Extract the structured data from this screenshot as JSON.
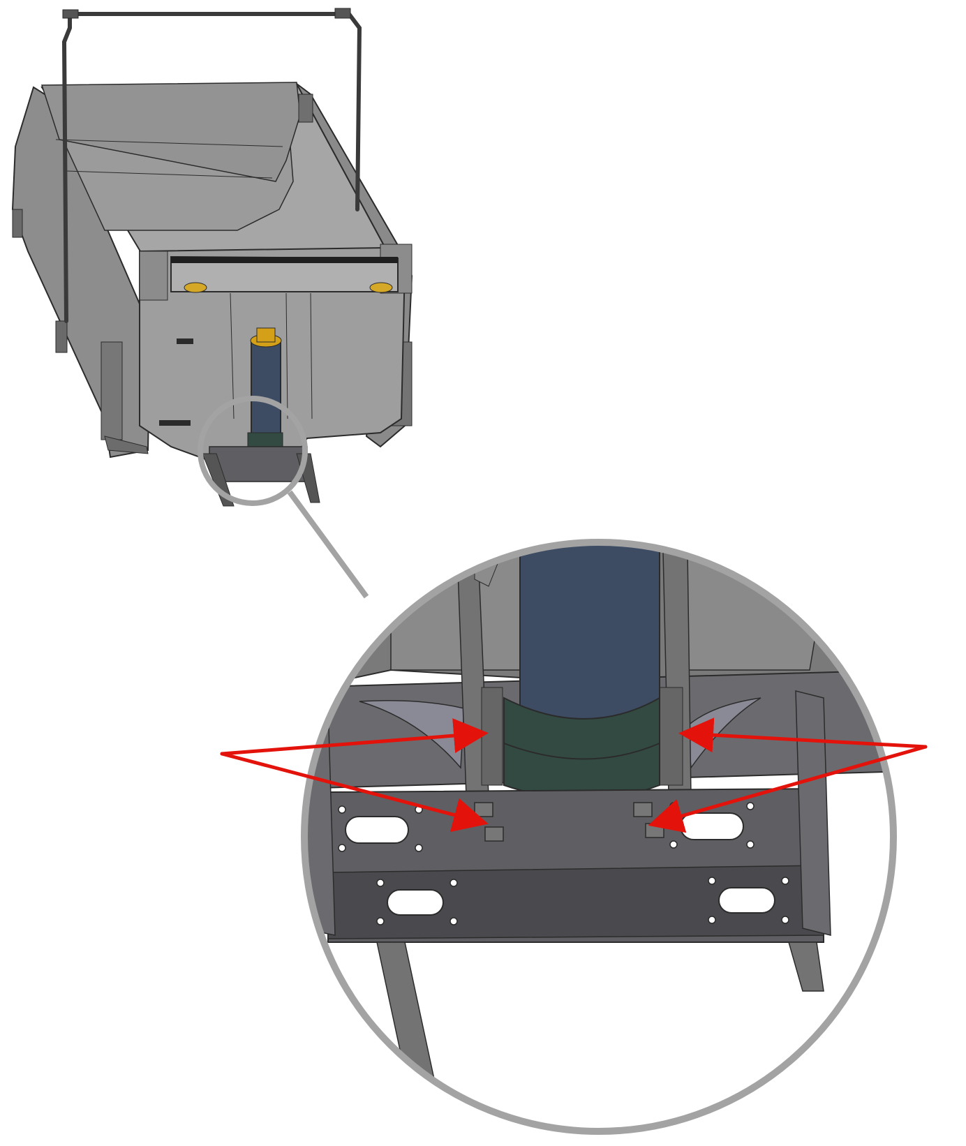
{
  "diagram": {
    "colors": {
      "background": "#ffffff",
      "body_light": "#9a9a9a",
      "body_mid": "#7c7c7c",
      "body_dark": "#5e5e5e",
      "frame": "#5f5f63",
      "frame_dark": "#4a4a4e",
      "outline": "#2b2b2b",
      "cylinder": "#3d4c63",
      "cylinder_collar": "#324a42",
      "cylinder_collar_dark": "#28352f",
      "cap": "#d4a017",
      "lens": "#d6a828",
      "bracket": "#8a8a96",
      "callout_ring": "#a3a3a3",
      "arrow": "#e3120b"
    },
    "components": [
      "dump-body",
      "tarp-arm",
      "tailgate-panel",
      "light-bar",
      "hoist-cylinder",
      "cylinder-cap",
      "mounting-frame",
      "callout-circle",
      "detail-view"
    ],
    "callout": {
      "arrow_groups": 2,
      "arrows_per_group": 2
    }
  }
}
